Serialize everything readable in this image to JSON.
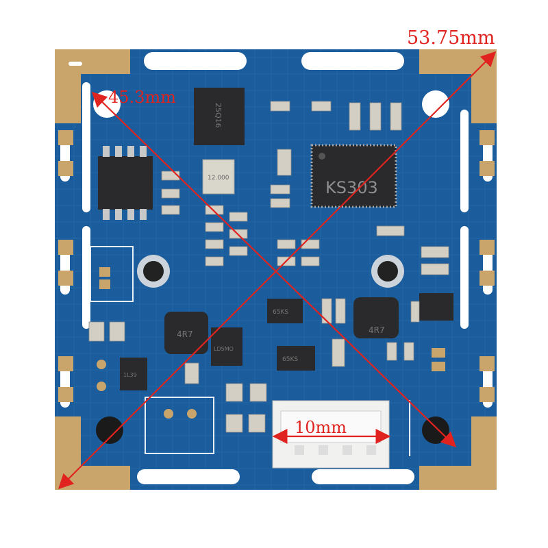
{
  "product": {
    "main_chip_label": "KS303",
    "crystal_label": "12.000",
    "flash_chip_label": "25Q16",
    "inductor_labels": [
      "4R7",
      "4R7"
    ],
    "regulator_labels": [
      "65KS",
      "65KS"
    ],
    "small_ic_label": "LD5MO",
    "diode_label": "1L39"
  },
  "annotations": {
    "diagonal_outer": "53.75mm",
    "diagonal_hole": "45.3mm",
    "connector_width": "10mm"
  },
  "colors": {
    "pcb": "#1b5d9c",
    "pad_gold": "#c9a56c",
    "annotation": "#e0231f",
    "chip": "#2a2a2c"
  }
}
